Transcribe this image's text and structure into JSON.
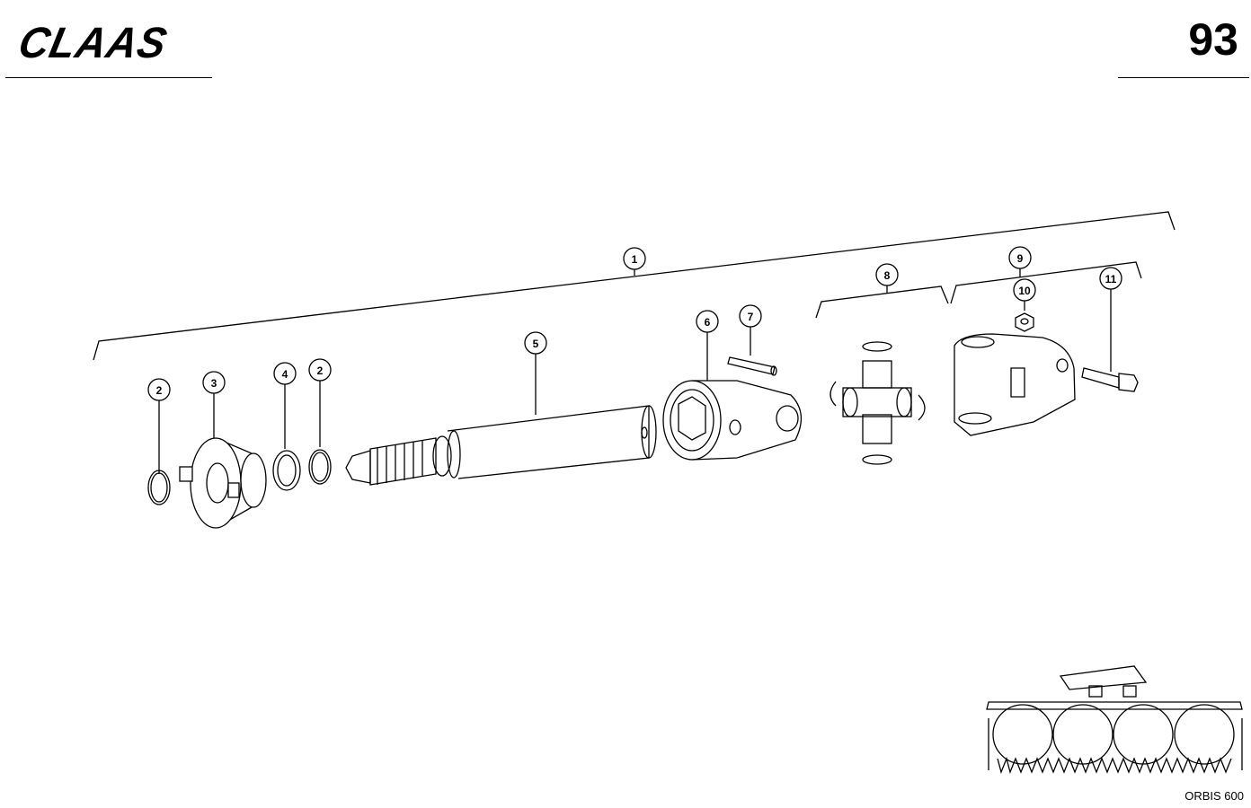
{
  "header": {
    "brand": "CLAAS",
    "page_number": "93"
  },
  "footer": {
    "model": "ORBIS 600"
  },
  "callouts": [
    {
      "id": "c1",
      "label": "1"
    },
    {
      "id": "c2a",
      "label": "2"
    },
    {
      "id": "c3",
      "label": "3"
    },
    {
      "id": "c4",
      "label": "4"
    },
    {
      "id": "c2b",
      "label": "2"
    },
    {
      "id": "c5",
      "label": "5"
    },
    {
      "id": "c6",
      "label": "6"
    },
    {
      "id": "c7",
      "label": "7"
    },
    {
      "id": "c8",
      "label": "8"
    },
    {
      "id": "c9",
      "label": "9"
    },
    {
      "id": "c10",
      "label": "10"
    },
    {
      "id": "c11",
      "label": "11"
    }
  ]
}
